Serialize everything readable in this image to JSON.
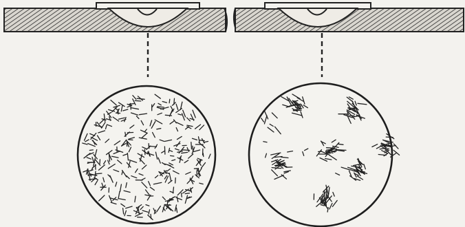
{
  "figure": {
    "panels": [
      {
        "id": "left",
        "pattern": "dense-uniform-rods"
      },
      {
        "id": "right",
        "pattern": "clustered-rod-groups"
      }
    ],
    "ink_color": "#222222",
    "paper_color": "#f3f2ee"
  }
}
